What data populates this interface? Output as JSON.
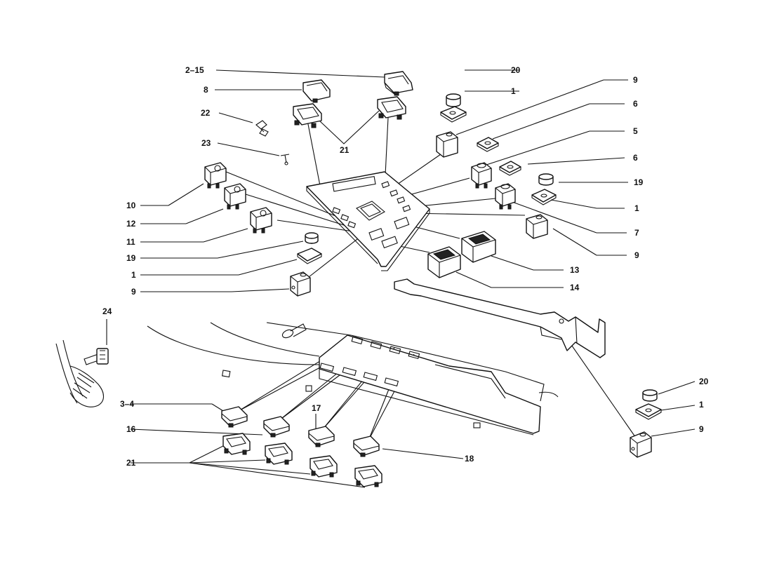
{
  "labels": {
    "l_2_15": "2–15",
    "l_8": "8",
    "l_22": "22",
    "l_23": "23",
    "l_21_top": "21",
    "l_10": "10",
    "l_12": "12",
    "l_11": "11",
    "l_19_left": "19",
    "l_1_left": "1",
    "l_9_left": "9",
    "l_20_top": "20",
    "l_1_top": "1",
    "l_9_topright": "9",
    "l_6_a": "6",
    "l_5": "5",
    "l_6_b": "6",
    "l_19_right": "19",
    "l_1_right": "1",
    "l_7": "7",
    "l_9_right": "9",
    "l_13": "13",
    "l_14": "14",
    "l_24": "24",
    "l_3_4": "3–4",
    "l_16": "16",
    "l_17": "17",
    "l_21_bottom": "21",
    "l_18": "18",
    "l_20_br": "20",
    "l_1_br": "1",
    "l_9_br": "9"
  }
}
